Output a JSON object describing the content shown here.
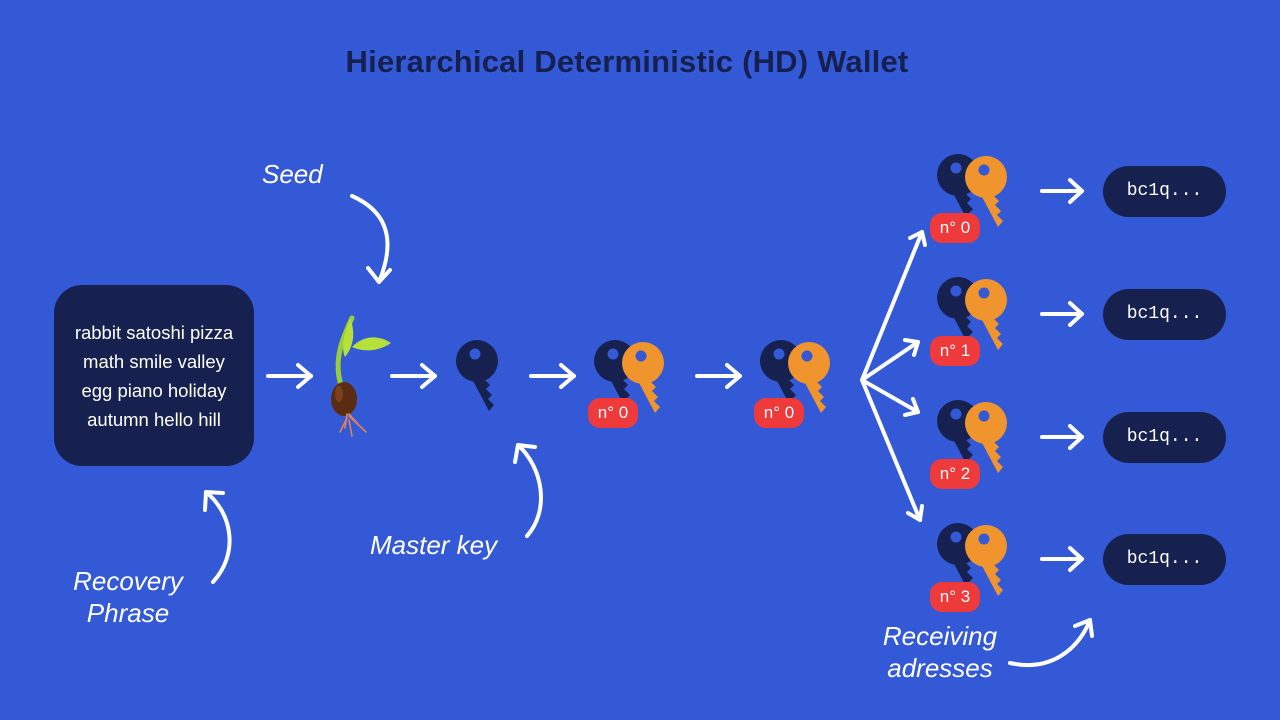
{
  "title": "Hierarchical Deterministic (HD) Wallet",
  "recovery_phrase": {
    "lines": [
      "rabbit satoshi pizza",
      "math smile valley",
      "egg piano holiday",
      "autumn hello hill"
    ]
  },
  "labels": {
    "seed": "Seed",
    "master_key": "Master key",
    "recovery_line1": "Recovery",
    "recovery_line2": "Phrase",
    "receiving_line1": "Receiving",
    "receiving_line2": "adresses"
  },
  "badges": {
    "account": "n° 0",
    "chain": "n° 0",
    "child0": "n° 0",
    "child1": "n° 1",
    "child2": "n° 2",
    "child3": "n° 3"
  },
  "addresses": [
    "bc1q...",
    "bc1q...",
    "bc1q...",
    "bc1q..."
  ],
  "colors": {
    "background": "#3459d6",
    "dark_navy": "#16214f",
    "orange_key": "#f0942e",
    "badge_red": "#ee3a3a",
    "arrow": "#ffffff"
  },
  "icons": [
    "seed-sprout-icon",
    "master-key-icon",
    "key-pair-icon"
  ]
}
